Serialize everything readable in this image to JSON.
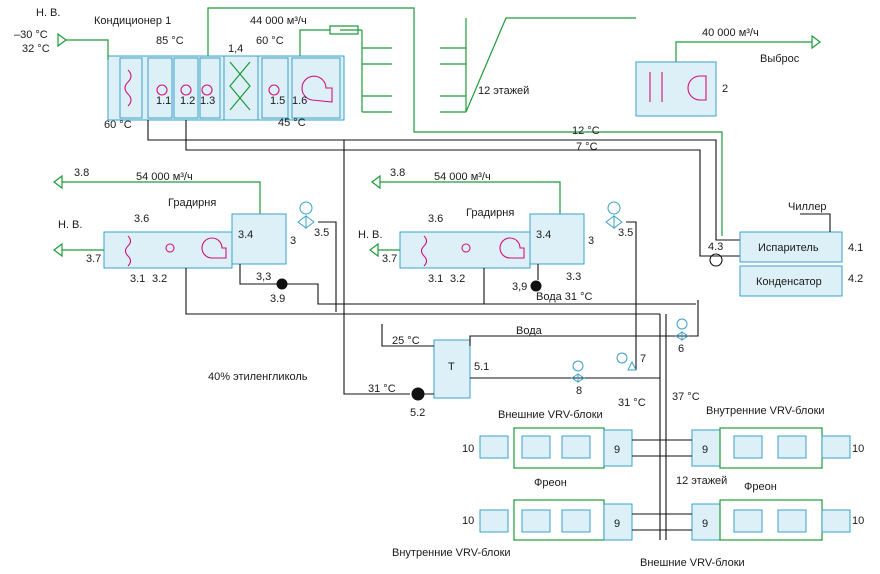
{
  "labels": {
    "nv_top": "Н. В.",
    "t_minus30": "–30 °C",
    "t_32": "32 °C",
    "conditioner": "Кондиционер 1",
    "t_85": "85 °C",
    "t_60a": "60 °C",
    "flow_44000": "44 000 м³/ч",
    "id_11": "1.1",
    "id_12": "1.2",
    "id_13": "1.3",
    "id_14": "1,4",
    "id_15": "1.5",
    "id_16": "1.6",
    "t_60b": "60 °C",
    "t_45": "45 °C",
    "floors_12a": "12 этажей",
    "flow_40000": "40 000 м³/ч",
    "exhaust": "Выброс",
    "id_2": "2",
    "t_12": "12 °C",
    "t_7": "7 °C",
    "chiller": "Чиллер",
    "evaporator": "Испаритель",
    "condenser": "Конденсатор",
    "id_41": "4.1",
    "id_42": "4.2",
    "id_43": "4.3",
    "id_38a": "3.8",
    "flow_54000a": "54 000 м³/ч",
    "id_36a": "3.6",
    "tower_a": "Градирня",
    "nv_left": "Н. В.",
    "id_34a": "3.4",
    "id_3a": "3",
    "id_35a": "3.5",
    "id_37a": "3.7",
    "id_31a": "3.1",
    "id_32a": "3.2",
    "id_33a": "3,3",
    "id_39a": "3.9",
    "id_38b": "3.8",
    "flow_54000b": "54 000 м³/ч",
    "id_36b": "3.6",
    "tower_b": "Градирня",
    "nv_mid": "Н. В.",
    "id_34b": "3.4",
    "id_3b": "3",
    "id_35b": "3.5",
    "id_37b": "3.7",
    "id_31b": "3.1",
    "id_32b": "3.2",
    "id_33b": "3.3",
    "id_39b": "3,9",
    "water_31": "Вода 31 °C",
    "t_25": "25 °C",
    "water": "Вода",
    "hx_t": "T",
    "id_51": "5.1",
    "id_52": "5.2",
    "id_6": "6",
    "id_7": "7",
    "id_8": "8",
    "glycol": "40% этиленгликоль",
    "t_31a": "31 °C",
    "t_37": "37 °C",
    "t_31b": "31 °C",
    "ext_vrf_top": "Внешние VRV-блоки",
    "int_vrf_top": "Внутренние VRV-блоки",
    "id_10a": "10",
    "id_10b": "10",
    "id_9a": "9",
    "id_9b": "9",
    "freon_a": "Фреон",
    "floors_12b": "12 этажей",
    "freon_b": "Фреон",
    "id_10c": "10",
    "id_10d": "10",
    "id_9c": "9",
    "id_9d": "9",
    "int_vrf_bot": "Внутренние VRV-блоки",
    "ext_vrf_bot": "Внешние VRV-блоки"
  },
  "colors": {
    "air": "#1e9b3a",
    "equipment": "#3aa0c8",
    "fan": "#d0147a",
    "water": "#111111"
  }
}
